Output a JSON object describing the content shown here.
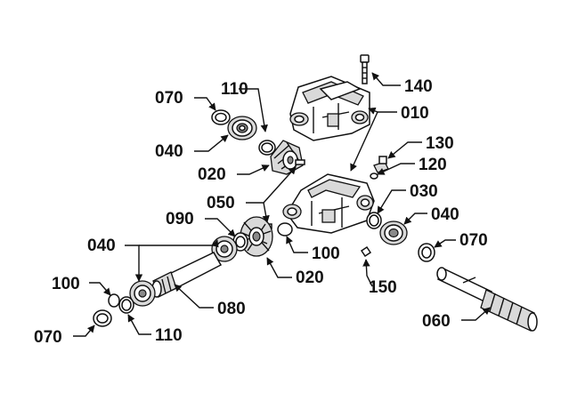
{
  "diagram": {
    "callouts": {
      "p140": "140",
      "p010": "010",
      "p110_top": "110",
      "p070_top": "070",
      "p040_top": "040",
      "p020_top": "020",
      "p130": "130",
      "p120": "120",
      "p050": "050",
      "p030": "030",
      "p040_right": "040",
      "p090": "090",
      "p070_right": "070",
      "p040_left": "040",
      "p100_mid": "100",
      "p020_bottom": "020",
      "p150": "150",
      "p100_left": "100",
      "p080": "080",
      "p060": "060",
      "p070_left": "070",
      "p110_left": "110"
    }
  }
}
